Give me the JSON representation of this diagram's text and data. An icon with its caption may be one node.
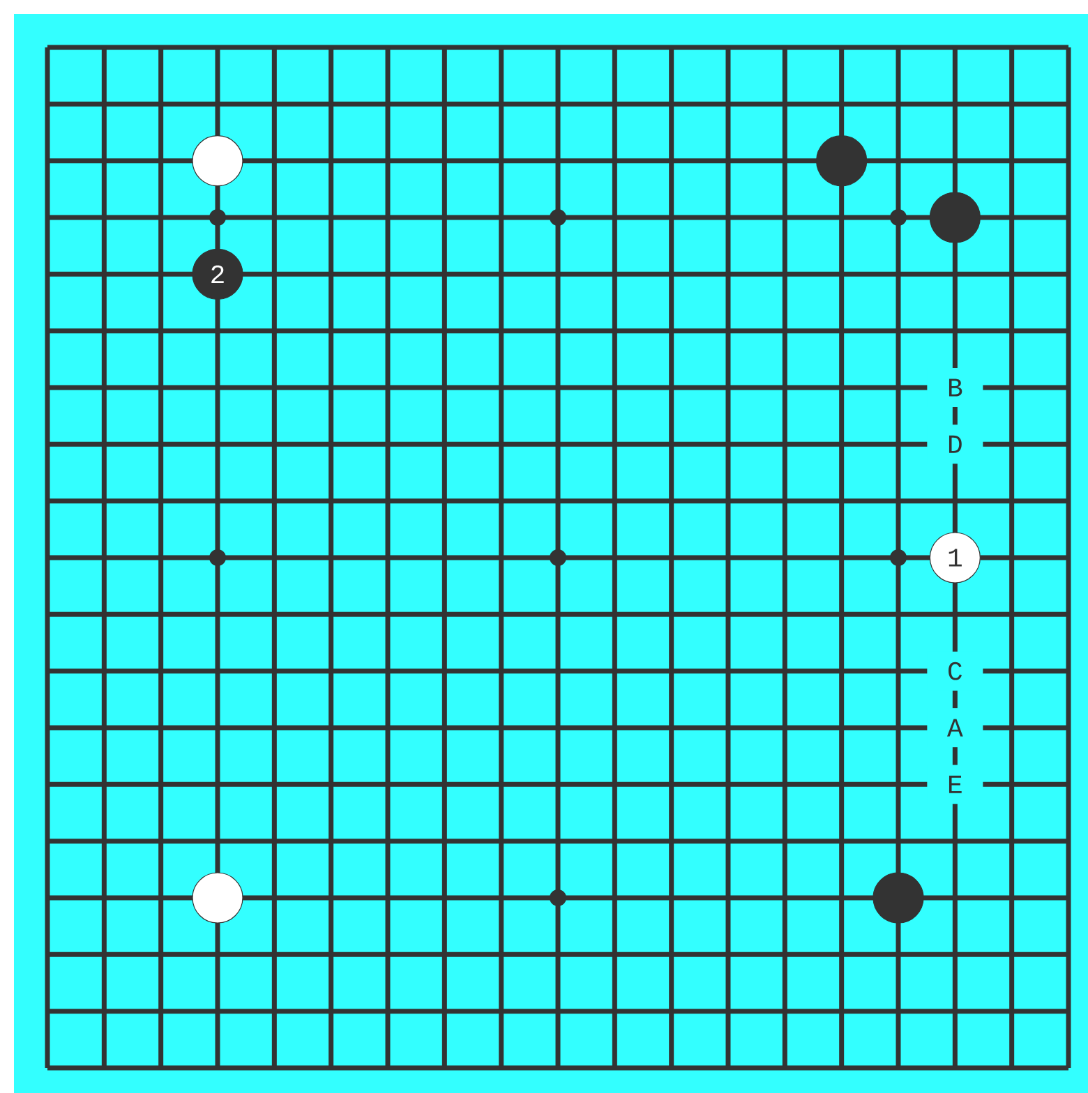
{
  "diagram": {
    "nodes": [
      {
        "text": [],
        "shape": "circle"
      },
      {
        "text": [],
        "shape": "circle"
      },
      {
        "text": [],
        "shape": "circle"
      },
      {
        "text": [
          "2"
        ]
      },
      {
        "text": [
          "1"
        ]
      },
      {
        "text": [],
        "shape": "circle"
      },
      {
        "text": [],
        "shape": "circle"
      }
    ],
    "labels": [
      "B",
      "D",
      "C",
      "A",
      "E"
    ]
  }
}
